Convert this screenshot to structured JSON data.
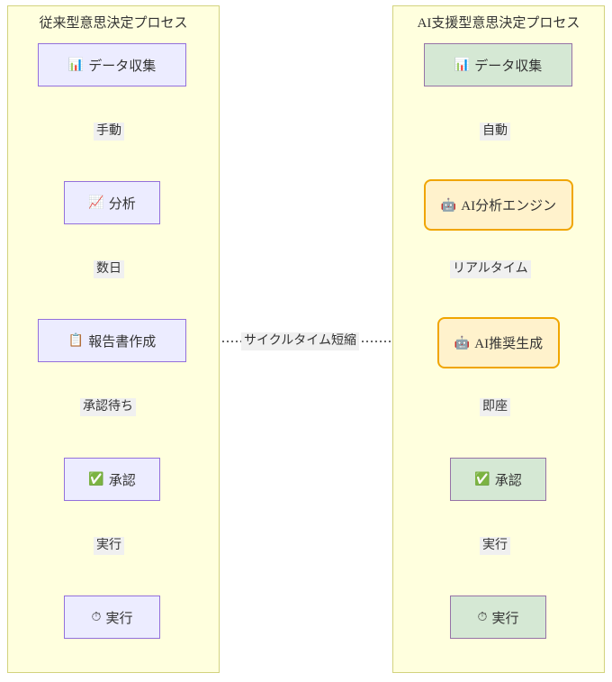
{
  "diagram": {
    "type": "flowchart",
    "title": "",
    "colors": {
      "subgraph_fill": "#ffffde",
      "subgraph_border": "#d3d37e",
      "traditional_node_fill": "#ECECFF",
      "traditional_node_border": "#9370DB",
      "ai_node_fill": "#d5e8d4",
      "ai_node_border": "#9673a6",
      "highlight_node_fill": "#fff2cc",
      "highlight_node_border": "#f0a500",
      "edge_stroke": "#7a7a52",
      "edge_label_bg": "#f0f0f0",
      "text": "#333333"
    }
  },
  "left_process": {
    "title": "従来型意思決定プロセス",
    "nodes": [
      {
        "icon": "bar-chart-icon",
        "glyph": "📊",
        "label": "データ収集"
      },
      {
        "icon": "chart-increasing-icon",
        "glyph": "📈",
        "label": "分析"
      },
      {
        "icon": "clipboard-icon",
        "glyph": "📋",
        "label": "報告書作成"
      },
      {
        "icon": "check-mark-button-icon",
        "glyph": "✅",
        "label": "承認"
      },
      {
        "icon": "stopwatch-icon",
        "glyph": "⏱",
        "label": "実行"
      }
    ],
    "edge_labels": [
      "手動",
      "数日",
      "承認待ち",
      "実行"
    ]
  },
  "right_process": {
    "title": "AI支援型意思決定プロセス",
    "nodes": [
      {
        "icon": "bar-chart-icon",
        "glyph": "📊",
        "label": "データ収集"
      },
      {
        "icon": "robot-icon",
        "glyph": "🤖",
        "label": "AI分析エンジン"
      },
      {
        "icon": "robot-icon",
        "glyph": "🤖",
        "label": "AI推奨生成"
      },
      {
        "icon": "check-mark-button-icon",
        "glyph": "✅",
        "label": "承認"
      },
      {
        "icon": "stopwatch-icon",
        "glyph": "⏱",
        "label": "実行"
      }
    ],
    "edge_labels": [
      "自動",
      "リアルタイム",
      "即座",
      "実行"
    ]
  },
  "cross_edge": {
    "label": "サイクルタイム短縮",
    "style": "dotted",
    "direction": "left-to-right"
  }
}
